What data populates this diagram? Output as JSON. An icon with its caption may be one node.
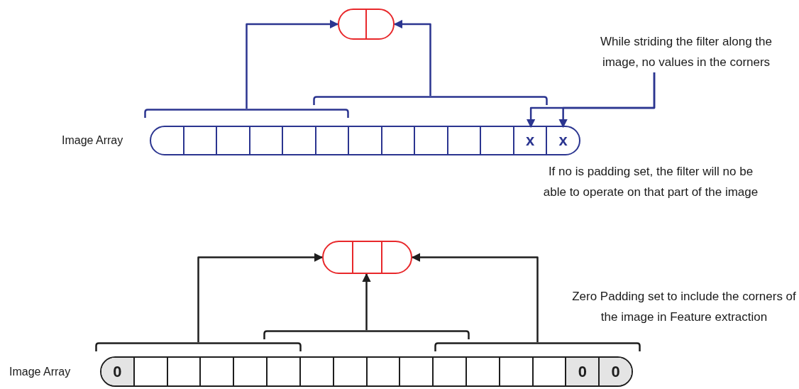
{
  "diagram": {
    "nodes": [
      {
        "text": [],
        "shape": "pill"
      },
      {
        "text": [],
        "shape": "bracket"
      },
      {
        "text": [],
        "shape": "bracket"
      },
      {
        "text": [
          "While striding the filter along the image, no values in the corners"
        ]
      },
      {
        "text": [
          "Image Array"
        ]
      },
      {
        "text": [],
        "shape": "box",
        "in": 4
      },
      {
        "text": [],
        "shape": "box",
        "in": 4
      },
      {
        "text": [],
        "shape": "box",
        "in": 4
      },
      {
        "text": [],
        "shape": "box",
        "in": 4
      },
      {
        "text": [],
        "shape": "box",
        "in": 4
      },
      {
        "text": [],
        "shape": "box",
        "in": 4
      },
      {
        "text": [],
        "shape": "box",
        "in": 4
      },
      {
        "text": [],
        "shape": "box",
        "in": 4
      },
      {
        "text": [],
        "shape": "box",
        "in": 4
      },
      {
        "text": [],
        "shape": "box",
        "in": 4
      },
      {
        "text": [],
        "shape": "box",
        "in": 4
      },
      {
        "text": [
          "x"
        ],
        "in": 4
      },
      {
        "text": [
          "x"
        ],
        "in": 4
      },
      {
        "text": [],
        "shape": "pill"
      },
      {
        "text": [],
        "shape": "bracket"
      },
      {
        "text": [],
        "shape": "bracket"
      },
      {
        "text": [],
        "shape": "bracket"
      },
      {
        "text": [
          "Image Array"
        ]
      },
      {
        "text": [
          "0"
        ],
        "in": 22
      },
      {
        "text": [],
        "shape": "box",
        "in": 22
      },
      {
        "text": [],
        "shape": "box",
        "in": 22
      },
      {
        "text": [],
        "shape": "box",
        "in": 22
      },
      {
        "text": [],
        "shape": "box",
        "in": 22
      },
      {
        "text": [],
        "shape": "box",
        "in": 22
      },
      {
        "text": [],
        "shape": "box",
        "in": 22
      },
      {
        "text": [],
        "shape": "box",
        "in": 22
      },
      {
        "text": [],
        "shape": "box",
        "in": 22
      },
      {
        "text": [],
        "shape": "box",
        "in": 22
      },
      {
        "text": [],
        "shape": "box",
        "in": 22
      },
      {
        "text": [],
        "shape": "box",
        "in": 22
      },
      {
        "text": [],
        "shape": "box",
        "in": 22
      },
      {
        "text": [],
        "shape": "box",
        "in": 22
      },
      {
        "text": [
          "0"
        ],
        "in": 22
      },
      {
        "text": [
          "0"
        ],
        "in": 22
      }
    ],
    "edges": [
      {
        "from": 1,
        "to": 0,
        "arrow": "to"
      },
      {
        "from": 2,
        "to": 0,
        "arrow": "to"
      },
      {
        "from": 3,
        "to": 16,
        "arrow": "to"
      },
      {
        "from": 3,
        "to": 17,
        "arrow": "to"
      },
      {
        "from": 19,
        "to": 18,
        "arrow": "to",
        "color": "#1e1e1e"
      },
      {
        "from": 20,
        "to": 18,
        "arrow": "to",
        "color": "#1e1e1e"
      },
      {
        "from": 21,
        "to": 18,
        "arrow": "to",
        "color": "#1e1e1e"
      }
    ],
    "labels": [
      "If no is padding set, the filter will no be able to operate on that part of the image",
      "Zero Padding set to include the corners of the image in Feature extraction"
    ]
  }
}
